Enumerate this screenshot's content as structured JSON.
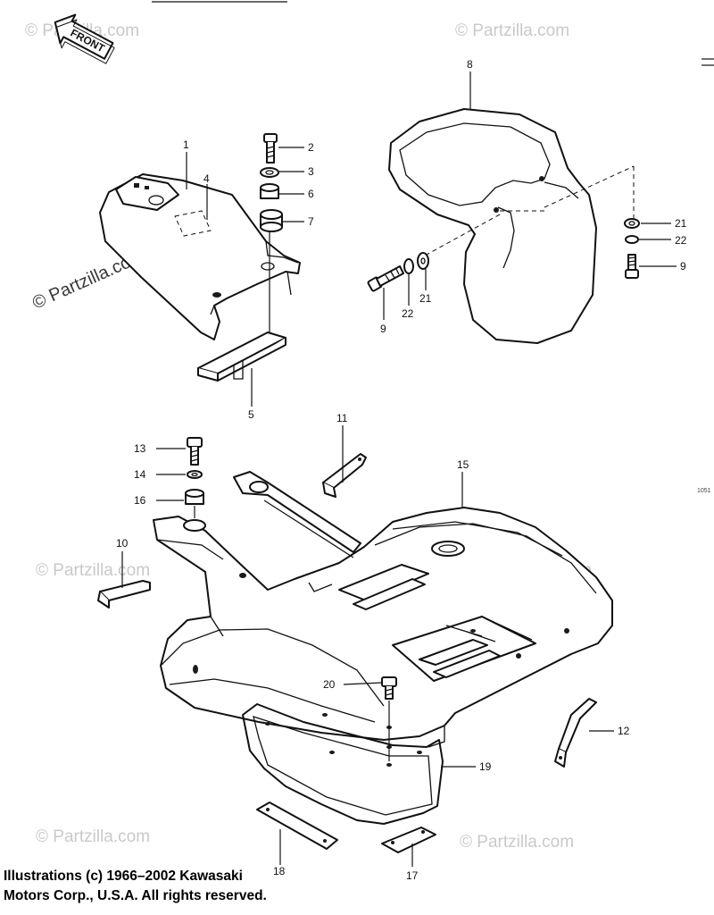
{
  "front_arrow": {
    "label": "FRONT"
  },
  "diagram_code": "1051",
  "watermark": "© Partzilla.com",
  "copyright": {
    "line1": "Illustrations (c) 1966–2002 Kawasaki",
    "line2": "Motors Corp., U.S.A.  All rights reserved."
  },
  "callouts": {
    "c1": "1",
    "c2": "2",
    "c3": "3",
    "c4": "4",
    "c5": "5",
    "c6": "6",
    "c7": "7",
    "c8": "8",
    "c9_left": "9",
    "c9_right": "9",
    "c10": "10",
    "c11": "11",
    "c12": "12",
    "c13": "13",
    "c14": "14",
    "c15": "15",
    "c16": "16",
    "c17": "17",
    "c18": "18",
    "c19": "19",
    "c20": "20",
    "c21_left": "21",
    "c21_right": "21",
    "c22_left": "22",
    "c22_right": "22"
  }
}
